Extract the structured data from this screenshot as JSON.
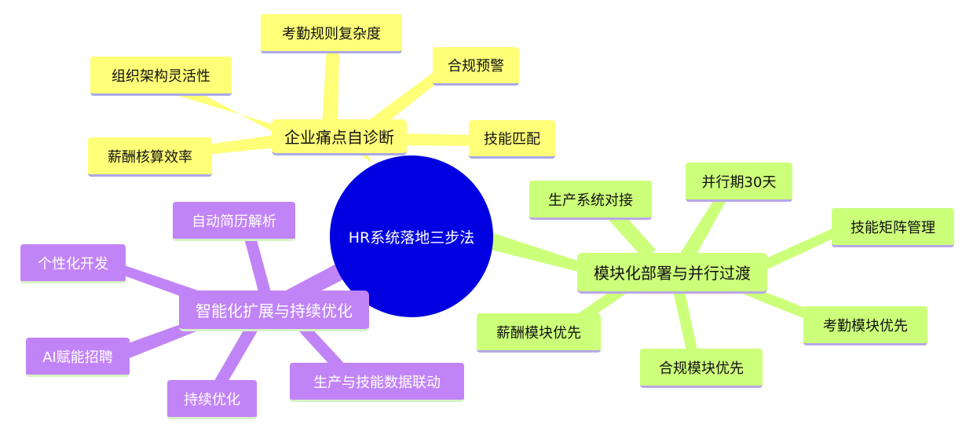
{
  "mindmap": {
    "center": "HR系统落地三步法",
    "branches": [
      {
        "label": "企业痛点自诊断",
        "color": "#ffff78",
        "children": [
          "考勤规则复杂度",
          "合规预警",
          "组织架构灵活性",
          "技能匹配",
          "薪酬核算效率"
        ]
      },
      {
        "label": "模块化部署与并行过渡",
        "color": "#ccff7a",
        "children": [
          "生产系统对接",
          "并行期30天",
          "技能矩阵管理",
          "考勤模块优先",
          "合规模块优先",
          "薪酬模块优先"
        ]
      },
      {
        "label": "智能化扩展与持续优化",
        "color": "#c184f7",
        "children": [
          "自动简历解析",
          "个性化开发",
          "AI赋能招聘",
          "持续优化",
          "生产与技能数据联动"
        ]
      }
    ]
  },
  "colors": {
    "center": "#0000e0",
    "branch1": "#ffff78",
    "branch2": "#ccff7a",
    "branch3": "#c184f7",
    "underline_blue": "#a9a9e8"
  }
}
